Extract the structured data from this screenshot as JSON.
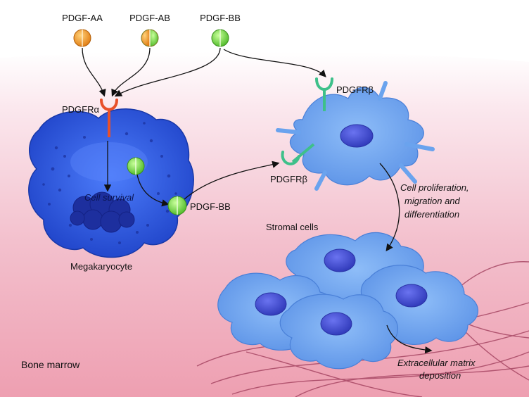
{
  "ligands": {
    "aa": "PDGF-AA",
    "ab": "PDGF-AB",
    "bb_top": "PDGF-BB",
    "bb_secreted": "PDGF-BB"
  },
  "receptors": {
    "alpha": "PDGFRα",
    "beta_top": "PDGFRβ",
    "beta_mid": "PDGFRβ"
  },
  "cells": {
    "megakaryocyte": "Megakaryocyte",
    "stromal": "Stromal cells",
    "cell_survival": "Cell survival"
  },
  "processes": {
    "proliferation_line1": "Cell proliferation,",
    "proliferation_line2": "migration and",
    "proliferation_line3": "differentiation",
    "ecm_line1": "Extracellular matrix",
    "ecm_line2": "deposition"
  },
  "region": {
    "bone_marrow": "Bone marrow"
  },
  "colors": {
    "pdgf_a": "#f08a18",
    "pdgf_b": "#6fd13a",
    "receptor_alpha": "#e8502a",
    "receptor_beta": "#3ec08a",
    "megakaryocyte": "#2f5fe0",
    "stromal": "#6aa3ee",
    "background": "#f2b9c6"
  }
}
